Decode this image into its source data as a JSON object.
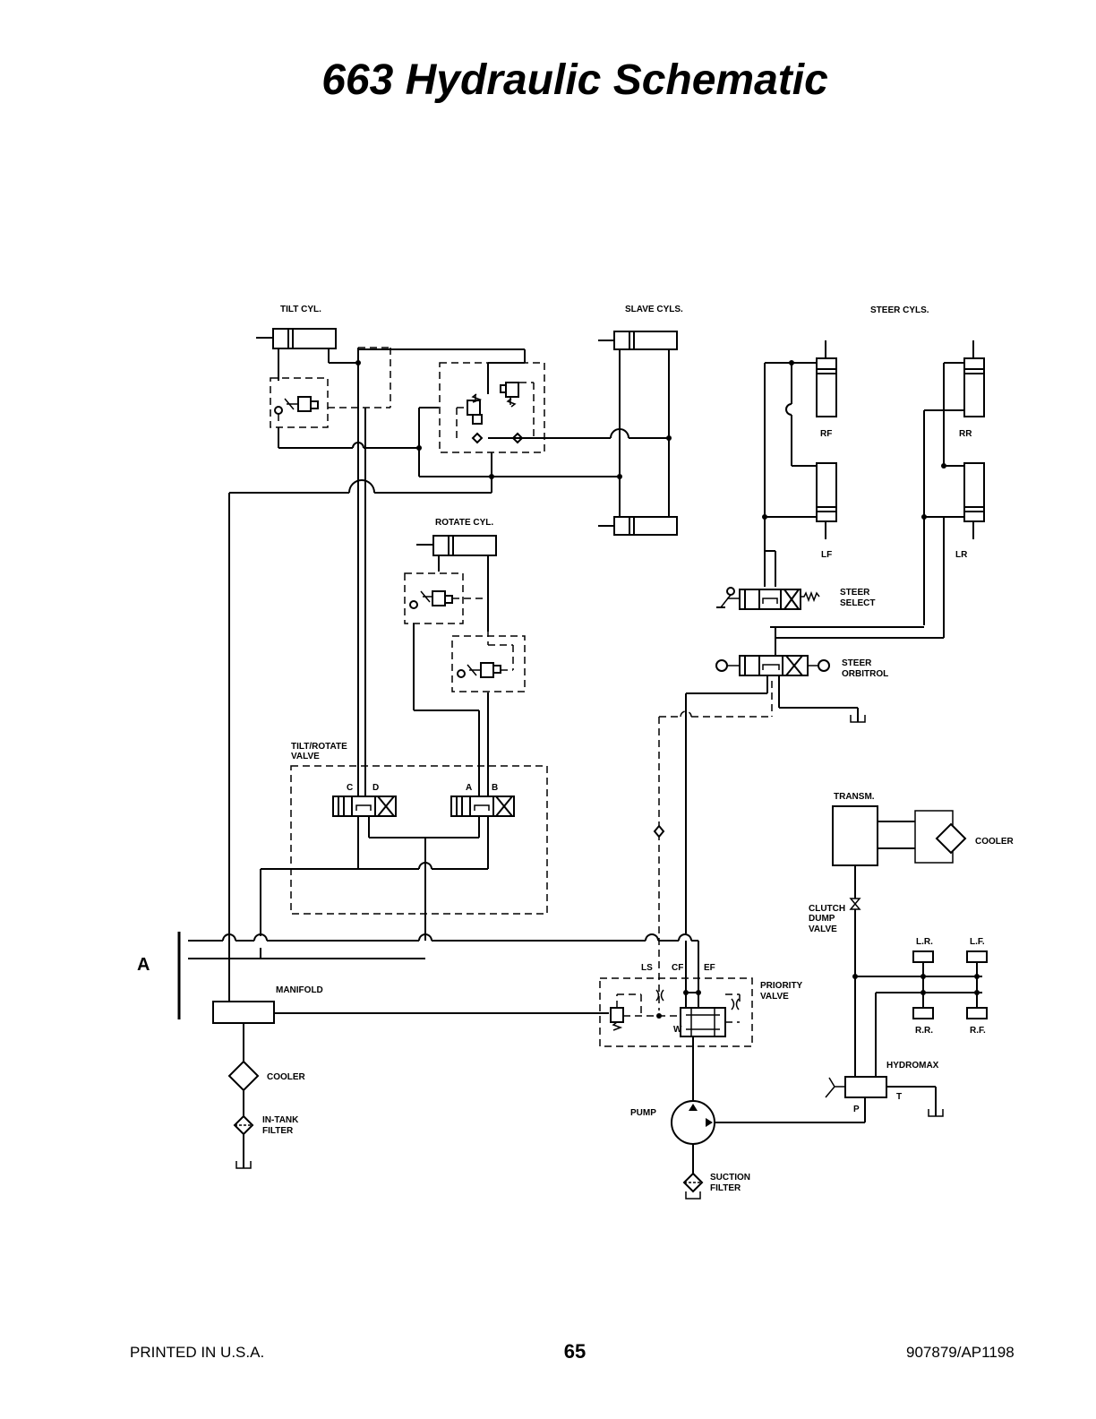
{
  "title": "663 Hydraulic Schematic",
  "labels": {
    "tilt_cyl": "TILT CYL.",
    "slave_cyls": "SLAVE CYLS.",
    "steer_cyls": "STEER CYLS.",
    "rf": "RF",
    "rr": "RR",
    "lf": "LF",
    "lr": "LR",
    "rotate_cyl": "ROTATE CYL.",
    "steer_select_1": "STEER",
    "steer_select_2": "SELECT",
    "steer_orbitrol_1": "STEER",
    "steer_orbitrol_2": "ORBITROL",
    "tilt_rotate_valve_1": "TILT/ROTATE",
    "tilt_rotate_valve_2": "VALVE",
    "port_c": "C",
    "port_d": "D",
    "port_a": "A",
    "port_b": "B",
    "transm": "TRANSM.",
    "cooler_right": "COOLER",
    "clutch_dump_1": "CLUTCH",
    "clutch_dump_2": "DUMP",
    "clutch_dump_3": "VALVE",
    "brake_lr": "L.R.",
    "brake_lf": "L.F.",
    "brake_rr": "R.R.",
    "brake_rf": "R.F.",
    "section_a": "A",
    "manifold": "MANIFOLD",
    "ls": "LS",
    "cf": "CF",
    "ef": "EF",
    "priority_valve_1": "PRIORITY",
    "priority_valve_2": "VALVE",
    "w": "W",
    "cooler_left": "COOLER",
    "in_tank_1": "IN-TANK",
    "in_tank_2": "FILTER",
    "hydromax": "HYDROMAX",
    "hm_t": "T",
    "hm_p": "P",
    "pump": "PUMP",
    "suction_1": "SUCTION",
    "suction_2": "FILTER"
  },
  "footer": {
    "left": "PRINTED IN U.S.A.",
    "page": "65",
    "right": "907879/AP1198"
  }
}
